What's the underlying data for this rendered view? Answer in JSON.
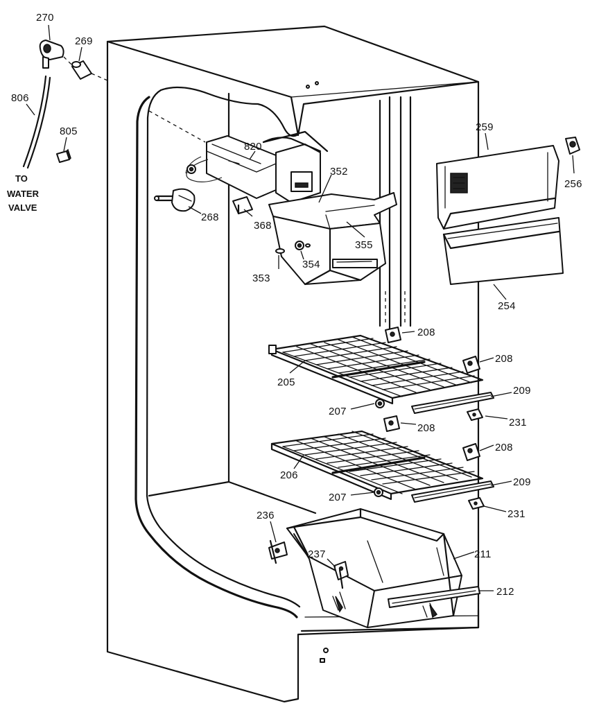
{
  "callouts": {
    "p270": "270",
    "p269": "269",
    "p806": "806",
    "p805": "805",
    "water_valve_line1": "TO",
    "water_valve_line2": "WATER",
    "water_valve_line3": "VALVE",
    "p820": "820",
    "p352": "352",
    "p368": "368",
    "p268": "268",
    "p355": "355",
    "p354": "354",
    "p353": "353",
    "p259": "259",
    "p256": "256",
    "p254": "254",
    "p208a": "208",
    "p208b": "208",
    "p205": "205",
    "p209a": "209",
    "p207a": "207",
    "p208c": "208",
    "p231a": "231",
    "p208d": "208",
    "p206": "206",
    "p209b": "209",
    "p207b": "207",
    "p231b": "231",
    "p236": "236",
    "p237": "237",
    "p211": "211",
    "p212": "212"
  }
}
